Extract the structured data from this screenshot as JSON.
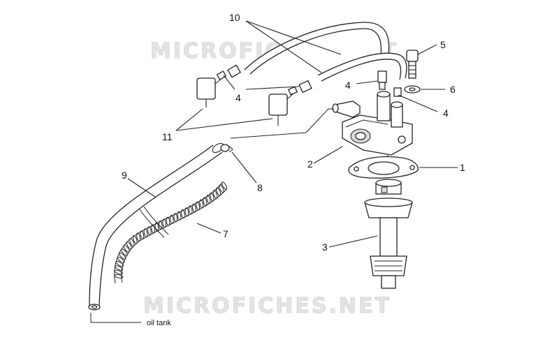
{
  "watermark": "MICROFICHES.NET",
  "callouts": [
    "1",
    "2",
    "3",
    "4",
    "4",
    "4",
    "5",
    "6",
    "7",
    "8",
    "9",
    "10",
    "11"
  ],
  "caption_oil_tank": "oil tank",
  "colors": {
    "line": "#222222",
    "watermark": "#e4e4e4",
    "background": "#ffffff"
  }
}
